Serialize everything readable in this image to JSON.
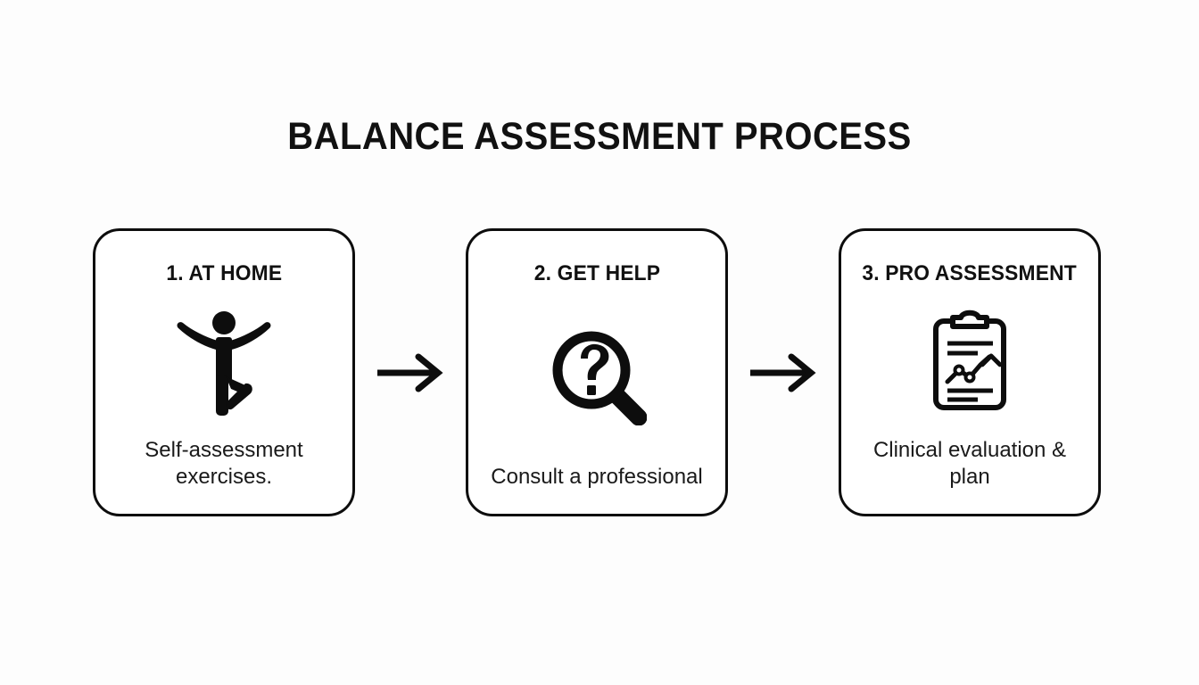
{
  "page": {
    "title": "BALANCE ASSESSMENT PROCESS",
    "background_color": "#fdfdfd",
    "ink_color": "#111111"
  },
  "steps": [
    {
      "title": "1. AT HOME",
      "caption": "Self-assessment exercises.",
      "icon": "balance-person-icon"
    },
    {
      "title": "2. GET HELP",
      "caption": "Consult a professional",
      "icon": "magnifier-question-icon"
    },
    {
      "title": "3. PRO ASSESSMENT",
      "caption": "Clinical evaluation & plan",
      "icon": "clipboard-chart-icon"
    }
  ],
  "connectors": [
    {
      "name": "arrow-right-icon",
      "from": "1. AT HOME",
      "to": "2. GET HELP"
    },
    {
      "name": "arrow-right-icon",
      "from": "2. GET HELP",
      "to": "3. PRO ASSESSMENT"
    }
  ]
}
